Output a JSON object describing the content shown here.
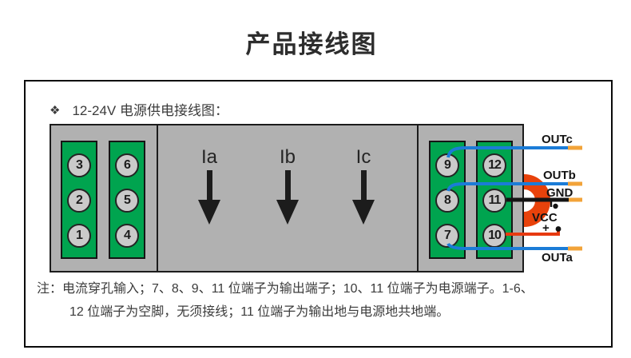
{
  "title": "产品接线图",
  "section_heading": {
    "bullet": "❖",
    "text": "12-24V 电源供电接线图："
  },
  "device": {
    "left_terminals": [
      [
        "3",
        "2",
        "1"
      ],
      [
        "6",
        "5",
        "4"
      ]
    ],
    "right_terminals": [
      [
        "9",
        "8",
        "7"
      ],
      [
        "12",
        "11",
        "10"
      ]
    ],
    "phase_arrows": [
      "Ia",
      "Ib",
      "Ic"
    ]
  },
  "wire_labels": {
    "outc": "OUTc",
    "outb": "OUTb",
    "gnd": "GND",
    "vcc": "VCC",
    "outa": "OUTa",
    "vcc_polarity": "+"
  },
  "note": {
    "line1": "注：电流穿孔输入；7、8、9、11 位端子为输出端子；10、11 位端子为电源端子。1-6、",
    "line2": "12 位端子为空脚，无须接线；11 位端子为输出地与电源地共地端。"
  },
  "colors": {
    "terminal_green": "#00a44f",
    "device_gray": "#b1b1b1",
    "wire_blue": "#1b7cd7",
    "wire_red": "#e73a10",
    "wire_black": "#141414",
    "wire_tip_orange": "#f2a339",
    "ring_orange": "#e8420b"
  }
}
